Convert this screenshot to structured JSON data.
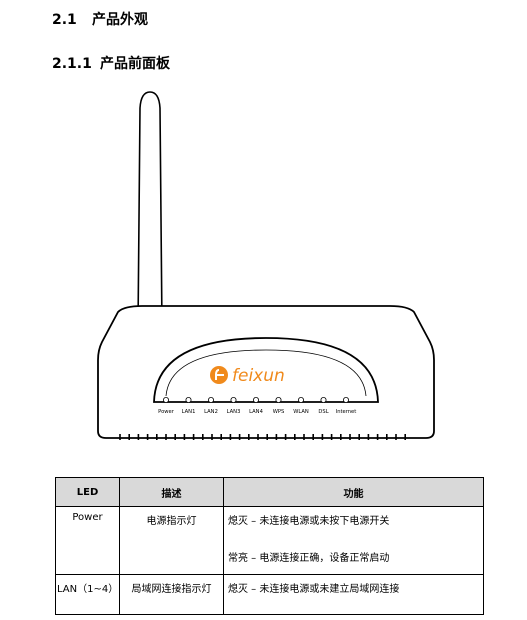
{
  "headings": {
    "section": {
      "number": "2.1",
      "title": "产品外观"
    },
    "subsection": {
      "number": "2.1.1",
      "title": "产品前面板"
    }
  },
  "device": {
    "brand": "feixun",
    "leds": [
      "Power",
      "LAN1",
      "LAN2",
      "LAN3",
      "LAN4",
      "WPS",
      "WLAN",
      "DSL",
      "Internet"
    ]
  },
  "table": {
    "headers": [
      "LED",
      "描述",
      "功能"
    ],
    "rows": [
      {
        "led": "Power",
        "desc": "电源指示灯",
        "func": [
          "熄灭 – 未连接电源或未按下电源开关",
          "常亮 – 电源连接正确，设备正常启动"
        ]
      },
      {
        "led": "LAN（1~4）",
        "desc": "局域网连接指示灯",
        "func": [
          "熄灭 – 未连接电源或未建立局域网连接"
        ]
      }
    ]
  },
  "colors": {
    "brand_orange": "#f08a1c",
    "header_fill": "#d9d9d9"
  }
}
